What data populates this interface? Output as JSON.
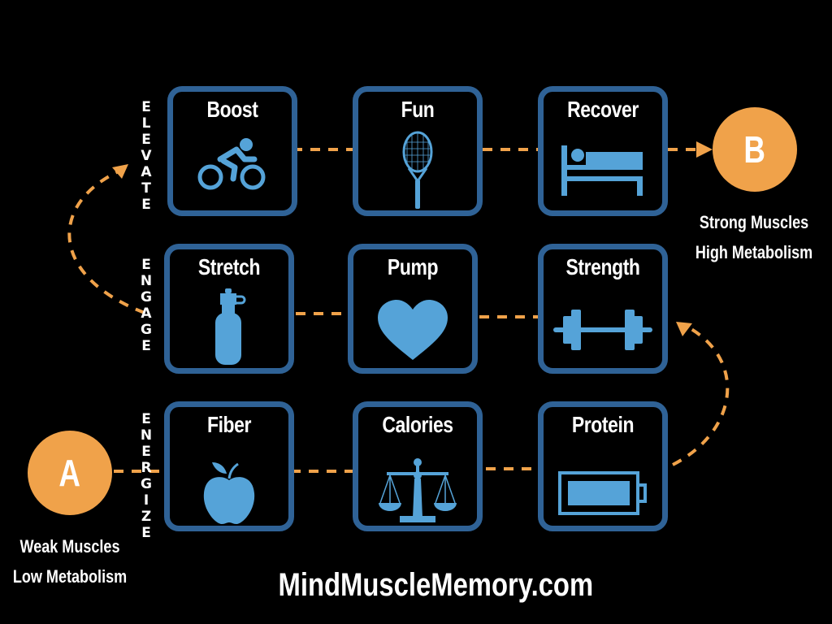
{
  "diagram": {
    "start": {
      "letter": "A",
      "caption_line1": "Weak Muscles",
      "caption_line2": "Low Metabolism"
    },
    "end": {
      "letter": "B",
      "caption_line1": "Strong Muscles",
      "caption_line2": "High Metabolism"
    },
    "rows": [
      {
        "stage": "ELEVATE",
        "steps": [
          {
            "label": "Boost",
            "icon": "cyclist-icon"
          },
          {
            "label": "Fun",
            "icon": "tennis-racket-icon"
          },
          {
            "label": "Recover",
            "icon": "bed-icon"
          }
        ]
      },
      {
        "stage": "ENGAGE",
        "steps": [
          {
            "label": "Stretch",
            "icon": "water-bottle-icon"
          },
          {
            "label": "Pump",
            "icon": "heart-icon"
          },
          {
            "label": "Strength",
            "icon": "barbell-icon"
          }
        ]
      },
      {
        "stage": "ENERGIZE",
        "steps": [
          {
            "label": "Fiber",
            "icon": "apple-icon"
          },
          {
            "label": "Calories",
            "icon": "scale-icon"
          },
          {
            "label": "Protein",
            "icon": "battery-icon"
          }
        ]
      }
    ],
    "footer": "MindMuscleMemory.com",
    "colors": {
      "box_border": "#2f6296",
      "icon": "#55a3d8",
      "accent": "#f0a24a",
      "background": "#000000"
    }
  }
}
